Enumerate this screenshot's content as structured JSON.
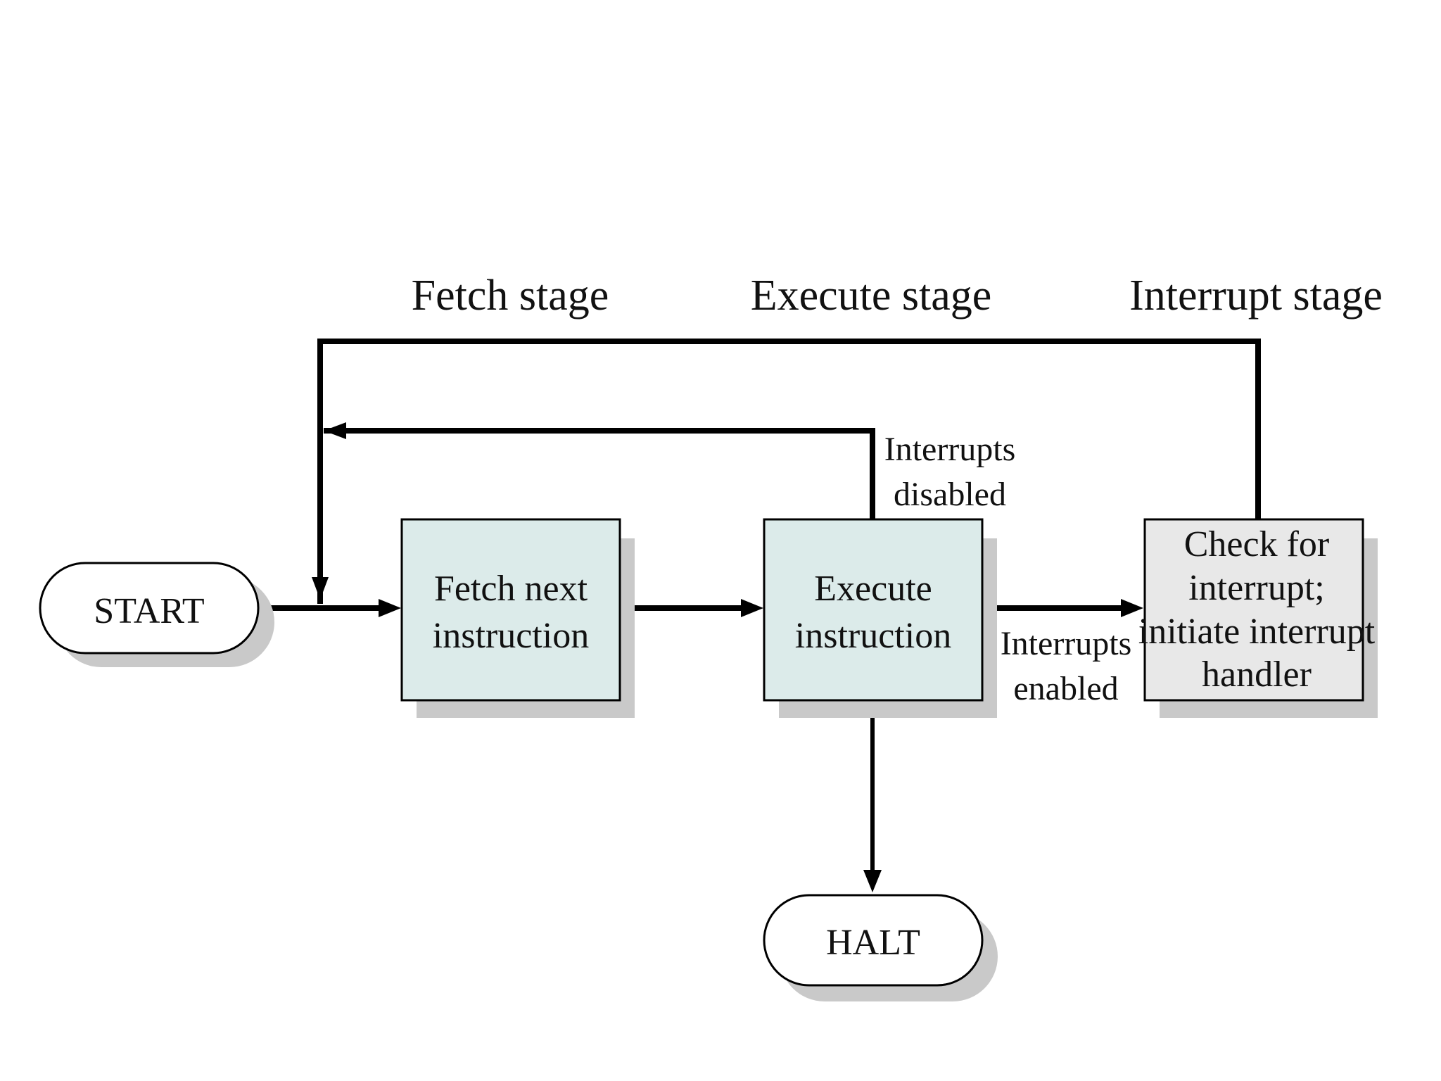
{
  "stages": {
    "fetch": "Fetch stage",
    "execute": "Execute stage",
    "interrupt": "Interrupt stage"
  },
  "nodes": {
    "start": "START",
    "fetch": [
      "Fetch next",
      "instruction"
    ],
    "execute": [
      "Execute",
      "instruction"
    ],
    "check": [
      "Check for",
      "interrupt;",
      "initiate interrupt",
      "handler"
    ],
    "halt": "HALT"
  },
  "edges": {
    "interrupts_disabled": [
      "Interrupts",
      "disabled"
    ],
    "interrupts_enabled": [
      "Interrupts",
      "enabled"
    ]
  },
  "colors": {
    "process_fill": "#dcebea",
    "check_fill": "#e8e8e8",
    "terminal_fill": "#ffffff",
    "line": "#000000",
    "shadow": "#c9c9c9"
  }
}
